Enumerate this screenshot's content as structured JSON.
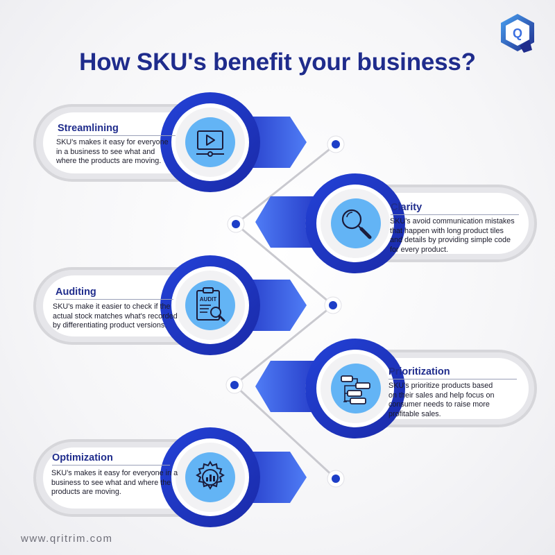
{
  "header": {
    "title": "How SKU's benefit your business?",
    "logo_letter": "Q"
  },
  "benefits": [
    {
      "heading": "Streamlining",
      "description_lines": [
        "SKU's makes it easy for everyone",
        "in a business to see what and",
        "where the products are moving."
      ],
      "icon": "video-player-icon"
    },
    {
      "heading": "Clarity",
      "description_lines": [
        "SKU's avoid communication mistakes",
        "that happen with long product tiles",
        "and details by providing simple code",
        "for every product."
      ],
      "icon": "magnifying-glass-icon"
    },
    {
      "heading": "Auditing",
      "description_lines": [
        "SKU's make it easier to check if the",
        "actual stock matches what's recorded",
        "by differentiating product versions."
      ],
      "icon": "audit-clipboard-icon",
      "icon_label": "AUDIT"
    },
    {
      "heading": "Prioritization",
      "description_lines": [
        "SKU's prioritize products based",
        "on their sales and help focus on",
        "consumer needs to raise more",
        "profitable sales."
      ],
      "icon": "priority-list-icon"
    },
    {
      "heading": "Optimization",
      "description_lines": [
        "SKU's makes it easy for everyone in a",
        "business to see what and where the",
        "products are moving."
      ],
      "icon": "gear-chart-icon"
    }
  ],
  "footer": {
    "url": "www.qritrim.com"
  },
  "colors": {
    "title": "#1f2c8c",
    "accent_dark": "#1d2fbf",
    "accent_light": "#4f7cf5",
    "icon_circle": "#63b4f5",
    "connector_line": "#c9c9cf",
    "card_white": "#ffffff",
    "card_shadow": "#d4d4d8"
  }
}
